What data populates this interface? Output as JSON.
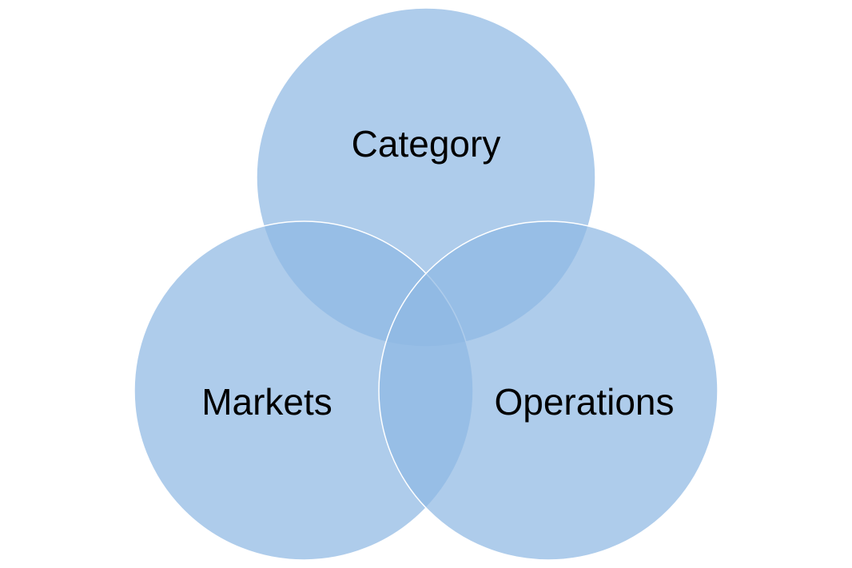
{
  "diagram": {
    "type": "venn",
    "circle_fill": "#8fb9e3",
    "circle_stroke": "#ffffff",
    "sets": [
      {
        "id": "category",
        "label": "Category"
      },
      {
        "id": "markets",
        "label": "Markets"
      },
      {
        "id": "operations",
        "label": "Operations"
      }
    ]
  }
}
